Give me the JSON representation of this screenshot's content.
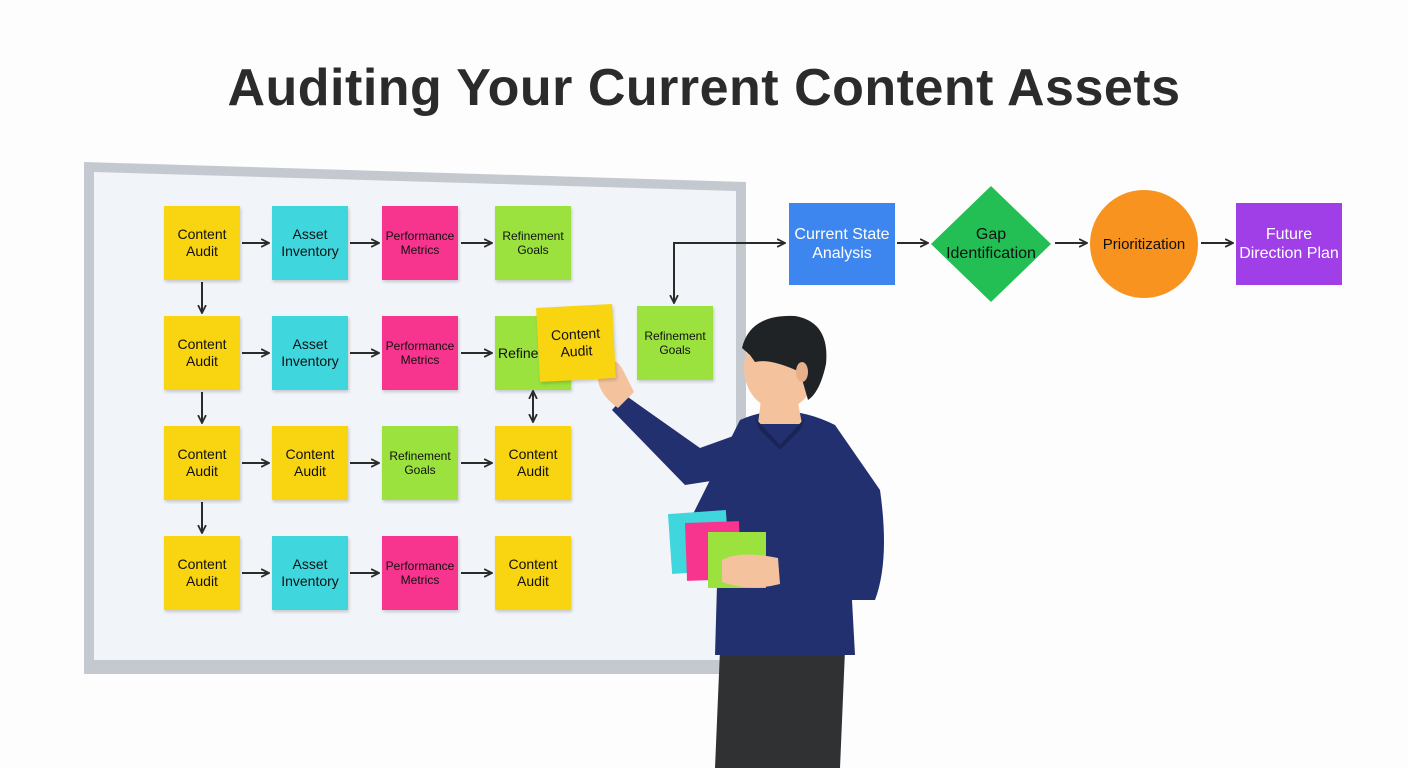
{
  "title": "Auditing Your Current Content Assets",
  "board": {
    "rows": [
      [
        {
          "label": "Content Audit",
          "color": "#f9d411"
        },
        {
          "label": "Asset Inventory",
          "color": "#3fd6dd"
        },
        {
          "label": "Performance Metrics",
          "color": "#f7358e"
        },
        {
          "label": "Refinement Goals",
          "color": "#9be23e"
        }
      ],
      [
        {
          "label": "Content Audit",
          "color": "#f9d411"
        },
        {
          "label": "Asset Inventory",
          "color": "#3fd6dd"
        },
        {
          "label": "Performance Metrics",
          "color": "#f7358e"
        },
        {
          "label": "Refine Goa",
          "color": "#9be23e"
        }
      ],
      [
        {
          "label": "Content Audit",
          "color": "#f9d411"
        },
        {
          "label": "Content Audit",
          "color": "#f9d411"
        },
        {
          "label": "Refinement Goals",
          "color": "#9be23e"
        },
        {
          "label": "Content Audit",
          "color": "#f9d411"
        }
      ],
      [
        {
          "label": "Content Audit",
          "color": "#f9d411"
        },
        {
          "label": "Asset Inventory",
          "color": "#3fd6dd"
        },
        {
          "label": "Performance Metrics",
          "color": "#f7358e"
        },
        {
          "label": "Content Audit",
          "color": "#f9d411"
        }
      ]
    ],
    "held_note": {
      "label": "Content Audit",
      "color": "#f9d411"
    },
    "side_note": {
      "label": "Refinement Goals",
      "color": "#9be23e"
    }
  },
  "flow": [
    {
      "label": "Current State Analysis",
      "shape": "rectangle",
      "color": "#3d86f0"
    },
    {
      "label": "Gap Identification",
      "shape": "diamond",
      "color": "#23bf55"
    },
    {
      "label": "Prioritization",
      "shape": "circle",
      "color": "#f7931e"
    },
    {
      "label": "Future Direction Plan",
      "shape": "rectangle",
      "color": "#a03ee8"
    }
  ],
  "hand_notes_colors": [
    "#3fd6dd",
    "#f7358e",
    "#9be23e"
  ],
  "colors": {
    "arrow": "#2b2b2b",
    "board_frame": "#c4c9d0",
    "board_surface": "#f1f4f8",
    "shirt": "#23306f",
    "pants": "#2f3133",
    "skin": "#f4c29c",
    "hair": "#1f2326"
  }
}
